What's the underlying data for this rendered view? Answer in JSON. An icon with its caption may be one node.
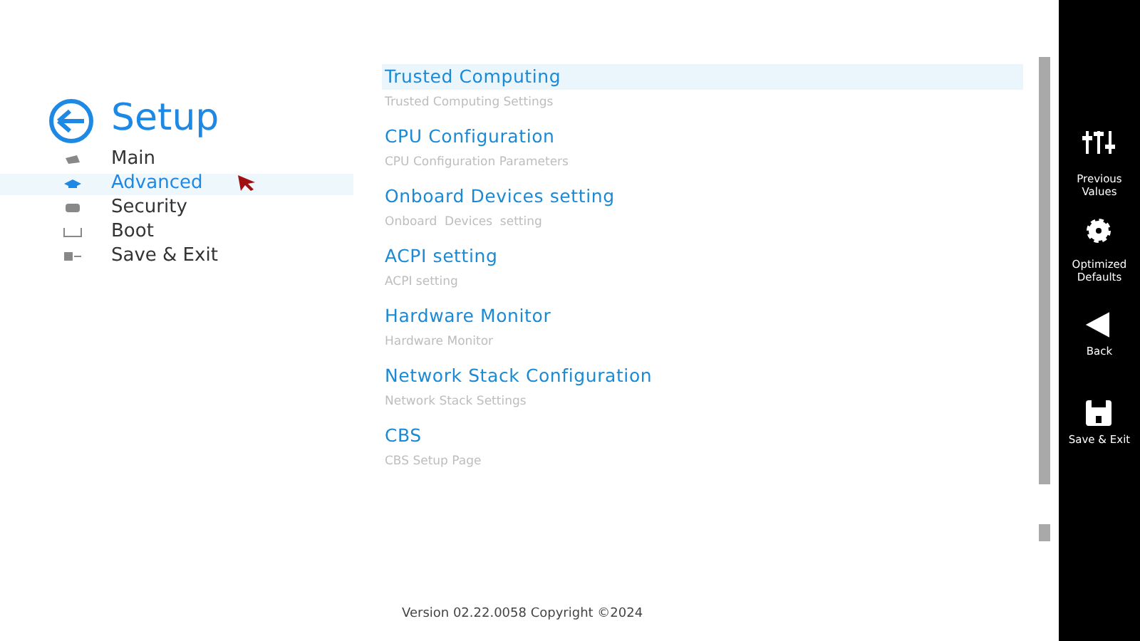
{
  "diagram": {
    "title": "Setup",
    "nodes": [
      {
        "text": [
          "Trusted Computing",
          "Trusted Computing Settings"
        ]
      },
      {
        "text": [
          "CPU Configuration",
          "CPU Configuration Parameters"
        ]
      },
      {
        "text": [
          "Onboard Devices setting",
          "Onboard  Devices  setting"
        ]
      },
      {
        "text": [
          "ACPI setting",
          "ACPI setting"
        ]
      },
      {
        "text": [
          "Hardware Monitor",
          "Hardware Monitor"
        ]
      },
      {
        "text": [
          "Network Stack Configuration",
          "Network Stack Settings"
        ]
      },
      {
        "text": [
          "CBS",
          "CBS Setup Page"
        ]
      }
    ],
    "labels": [
      "Main",
      "Advanced",
      "Security",
      "Boot",
      "Save & Exit",
      "Previous Values",
      "Optimized Defaults",
      "Back",
      "Save & Exit",
      "Version 02.22.0058 Copyright ©2024"
    ]
  }
}
